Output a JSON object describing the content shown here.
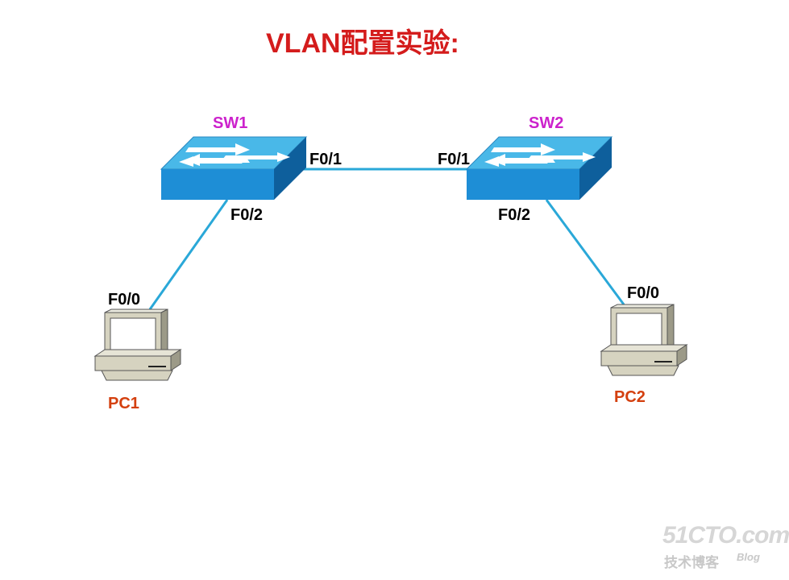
{
  "title": "VLAN配置实验:",
  "colors": {
    "title": "#d41c1c",
    "switch_label": "#cc22cc",
    "pc_label": "#d4400f",
    "link": "#2aa8d8",
    "switch_top": "#49b8e8",
    "switch_front": "#1e8ed6",
    "switch_side": "#0e5f9c",
    "pc_body": "#d6d3c0"
  },
  "devices": {
    "sw1": {
      "label": "SW1",
      "icon": "switch-icon"
    },
    "sw2": {
      "label": "SW2",
      "icon": "switch-icon"
    },
    "pc1": {
      "label": "PC1",
      "icon": "computer-icon"
    },
    "pc2": {
      "label": "PC2",
      "icon": "computer-icon"
    }
  },
  "ports": {
    "sw1_to_sw2": "F0/1",
    "sw2_to_sw1": "F0/1",
    "sw1_to_pc1": "F0/2",
    "sw2_to_pc2": "F0/2",
    "pc1_port": "F0/0",
    "pc2_port": "F0/0"
  },
  "links": [
    {
      "from": "SW1",
      "to": "SW2"
    },
    {
      "from": "SW1",
      "to": "PC1"
    },
    {
      "from": "SW2",
      "to": "PC2"
    }
  ],
  "watermark": {
    "main": "51CTO.com",
    "sub": "技术博客",
    "blog": "Blog"
  }
}
